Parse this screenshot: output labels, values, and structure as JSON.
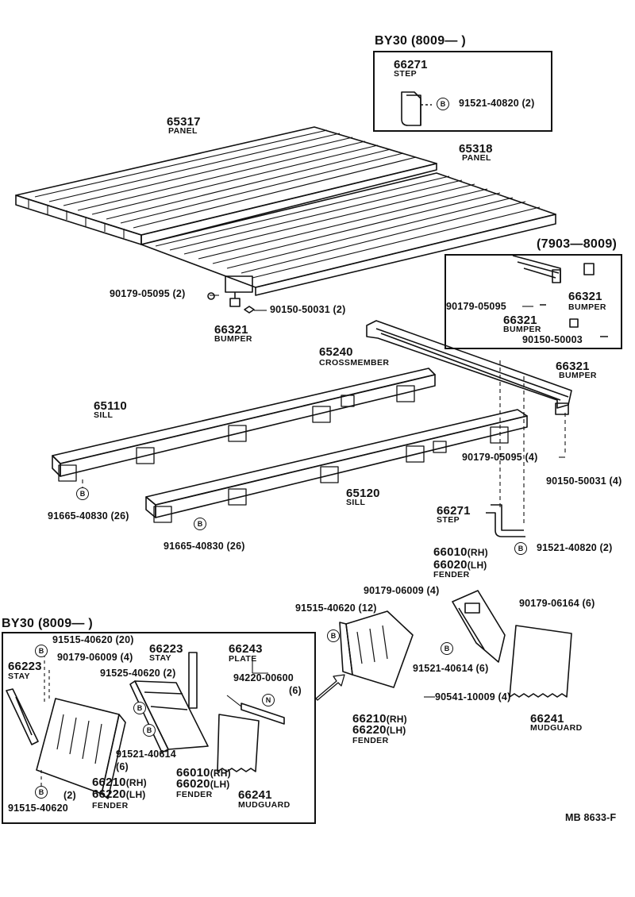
{
  "insets": {
    "top_step": "BY30 (8009—      )",
    "bumper": "(7903—8009)",
    "bottom_fender": "BY30 (8009—      )"
  },
  "parts": {
    "p65317": {
      "number": "65317",
      "name": "PANEL"
    },
    "p65318": {
      "number": "65318",
      "name": "PANEL"
    },
    "p66271_top": {
      "number": "66271",
      "name": "STEP"
    },
    "p66321_a": {
      "number": "66321",
      "name": "BUMPER"
    },
    "p66321_b": {
      "number": "66321",
      "name": "BUMPER"
    },
    "p66321_c": {
      "number": "66321",
      "name": "BUMPER"
    },
    "p66321_d": {
      "number": "66321",
      "name": "BUMPER"
    },
    "p65240": {
      "number": "65240",
      "name": "CROSSMEMBER"
    },
    "p65110": {
      "number": "65110",
      "name": "SILL"
    },
    "p65120": {
      "number": "65120",
      "name": "SILL"
    },
    "p66271_mid": {
      "number": "66271",
      "name": "STEP"
    },
    "fender_r": {
      "number_rh": "66010",
      "rh": "(RH)",
      "number_lh": "66020",
      "lh": "(LH)",
      "name": "FENDER"
    },
    "fender_m": {
      "number_rh": "66210",
      "rh": "(RH)",
      "number_lh": "66220",
      "lh": "(LH)",
      "name": "FENDER"
    },
    "mudguard_r": {
      "number": "66241",
      "name": "MUDGUARD"
    },
    "stay_l": {
      "number": "66223",
      "name": "STAY"
    },
    "stay_m": {
      "number": "66223",
      "name": "STAY"
    },
    "plate": {
      "number": "66243",
      "name": "PLATE"
    },
    "fender_bl": {
      "number_rh": "66210",
      "rh": "(RH)",
      "number_lh": "66220",
      "lh": "(LH)",
      "name": "FENDER"
    },
    "fender_bm": {
      "number_rh": "66010",
      "rh": "(RH)",
      "number_lh": "66020",
      "lh": "(LH)",
      "name": "FENDER"
    },
    "mudguard_b": {
      "number": "66241",
      "name": "MUDGUARD"
    }
  },
  "bolts": {
    "b1": "91521-40820 (2)",
    "b2": "90179-05095 (2)",
    "b3": "90150-50031 (2)",
    "b4": "90179-05095",
    "b5": "90150-50003",
    "b6": "90179-05095 (4)",
    "b7": "90150-50031 (4)",
    "b8": "91665-40830 (26)",
    "b9": "91665-40830 (26)",
    "b10": "91521-40820 (2)",
    "b11": "90179-06009 (4)",
    "b12": "91515-40620 (12)",
    "b13": "90179-06164 (6)",
    "b14": "91521-40614 (6)",
    "b15": "90541-10009 (4)",
    "b16": "91515-40620 (20)",
    "b17": "90179-06009 (4)",
    "b18": "91525-40620 (2)",
    "b19_num": "94220-00600",
    "b19_qty": "(6)",
    "b20_num": "91521-40614",
    "b20_qty": "(6)",
    "b21_qty": "(2)",
    "b21_num": "91515-40620"
  },
  "markers": {
    "bolt": "B",
    "nut": "N"
  },
  "footer": {
    "code": "MB  8633-F"
  }
}
